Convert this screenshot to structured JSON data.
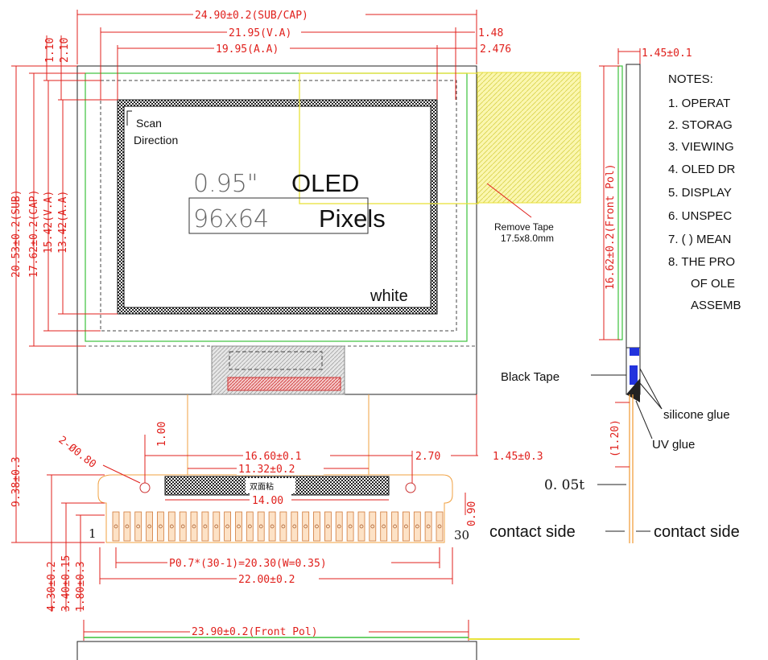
{
  "dims": {
    "sub_cap_width": "24.90±0.2(SUB/CAP)",
    "va_width": "21.95(V.A)",
    "aa_width": "19.95(A.A)",
    "right_offset_1": "1.48",
    "right_offset_2": "2.476",
    "top_offset_1": "1.10",
    "top_offset_2": "2.10",
    "sub_height": "20.53±0.2(SUB)",
    "cap_height": "17.62±0.2(CAP)",
    "va_height": "15.42(V.A)",
    "aa_height": "13.42(A.A)",
    "fpc_length": "9.38±0.3",
    "hole_dia": "2-Ø0.80",
    "hole_offset": "1.00",
    "hole_span": "16.60±0.1",
    "stiffener_span": "11.32±0.2",
    "tape_span": "14.00",
    "fpc_edge_right": "2.70",
    "fpc_offset_right": "1.45±0.3",
    "pin_edge": "0.90",
    "fpc_h1": "4.30±0.2",
    "fpc_h2": "3.40±0.15",
    "fpc_h3": "1.80±0.3",
    "pitch": "P0.7*(30-1)=20.30(W=0.35)",
    "fpc_width": "22.00±0.2",
    "front_pol_width": "23.90±0.2(Front Pol)",
    "side_thickness": "1.45±0.1",
    "front_pol_height": "16.62±0.2(Front Pol)",
    "bend": "(1.20)",
    "fpc_thickness": "0. 05t"
  },
  "panel": {
    "scan_line1": "Scan",
    "scan_line2": "Direction",
    "size_light": "0.95\"",
    "size_bold": "OLED",
    "res_light": "96x64",
    "res_bold": "Pixels",
    "color": "white",
    "tape_label": "双面粘",
    "pin_first": "1",
    "pin_last": "30"
  },
  "labels": {
    "remove_tape_1": "Remove Tape",
    "remove_tape_2": "17.5x8.0mm",
    "black_tape": "Black Tape",
    "silicone_glue": "silicone glue",
    "uv_glue": "UV glue",
    "contact_side_left": "contact side",
    "contact_side_right": "contact side"
  },
  "notes": {
    "title": "NOTES:",
    "items": [
      "1. OPERAT",
      "2. STORAG",
      "3. VIEWING",
      "4. OLED DR",
      "5. DISPLAY",
      "6. UNSPEC",
      "7. ( ) MEAN",
      "8. THE PRO",
      "OF  OLE",
      "ASSEMB"
    ]
  },
  "colors": {
    "dimension": "#e0201c",
    "outline": "#222222",
    "green": "#3cc23c",
    "yellow": "#e8e23a",
    "orange": "#f0a040",
    "blue": "#2233dd"
  }
}
